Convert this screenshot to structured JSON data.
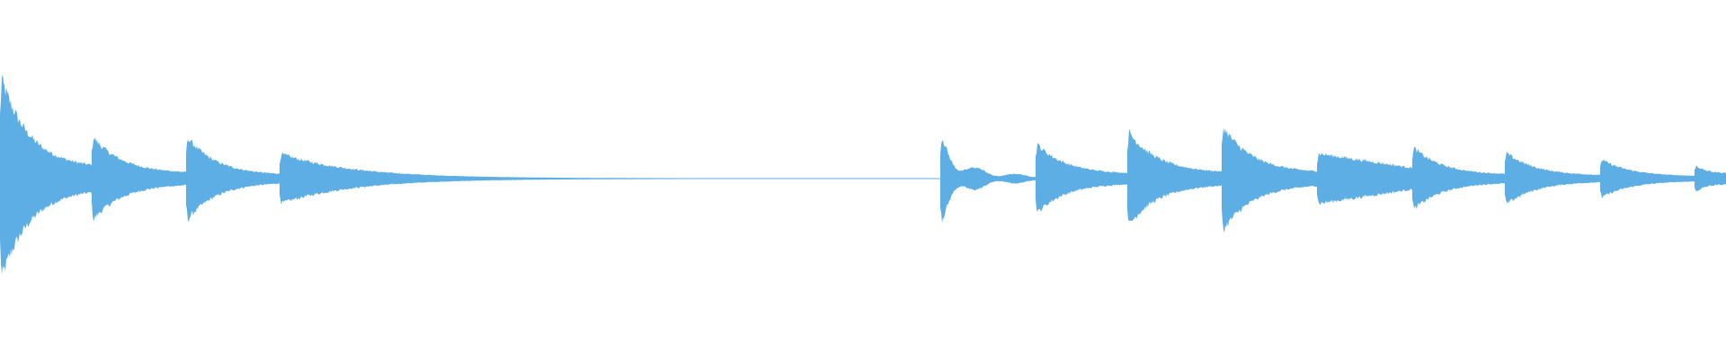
{
  "waveform": {
    "color": "#5daee5",
    "background": "#ffffff",
    "duration_fraction_max": 1.0,
    "segments": [
      {
        "name": "note-1",
        "start": 0.0,
        "end": 0.053,
        "peak": 0.58,
        "floor": 0.055,
        "shape": "decay"
      },
      {
        "name": "note-2",
        "start": 0.053,
        "end": 0.108,
        "peak": 0.24,
        "floor": 0.028,
        "shape": "decay"
      },
      {
        "name": "note-3",
        "start": 0.108,
        "end": 0.162,
        "peak": 0.24,
        "floor": 0.018,
        "shape": "decay"
      },
      {
        "name": "note-4",
        "start": 0.162,
        "end": 0.545,
        "peak": 0.14,
        "floor": 0.002,
        "shape": "long-decay"
      },
      {
        "name": "note-5",
        "start": 0.545,
        "end": 0.6,
        "peak": 0.25,
        "floor": 0.02,
        "shape": "wobble"
      },
      {
        "name": "note-6",
        "start": 0.6,
        "end": 0.653,
        "peak": 0.2,
        "floor": 0.025,
        "shape": "decay"
      },
      {
        "name": "note-7",
        "start": 0.653,
        "end": 0.708,
        "peak": 0.27,
        "floor": 0.03,
        "shape": "decay"
      },
      {
        "name": "note-8",
        "start": 0.708,
        "end": 0.763,
        "peak": 0.3,
        "floor": 0.03,
        "shape": "decay"
      },
      {
        "name": "note-9",
        "start": 0.763,
        "end": 0.818,
        "peak": 0.14,
        "floor": 0.025,
        "shape": "flat-decay"
      },
      {
        "name": "note-10",
        "start": 0.818,
        "end": 0.872,
        "peak": 0.18,
        "floor": 0.02,
        "shape": "decay"
      },
      {
        "name": "note-11",
        "start": 0.872,
        "end": 0.927,
        "peak": 0.15,
        "floor": 0.015,
        "shape": "decay"
      },
      {
        "name": "note-12",
        "start": 0.927,
        "end": 0.982,
        "peak": 0.11,
        "floor": 0.012,
        "shape": "decay"
      },
      {
        "name": "note-13",
        "start": 0.982,
        "end": 1.0,
        "peak": 0.08,
        "floor": 0.03,
        "shape": "decay"
      }
    ]
  }
}
